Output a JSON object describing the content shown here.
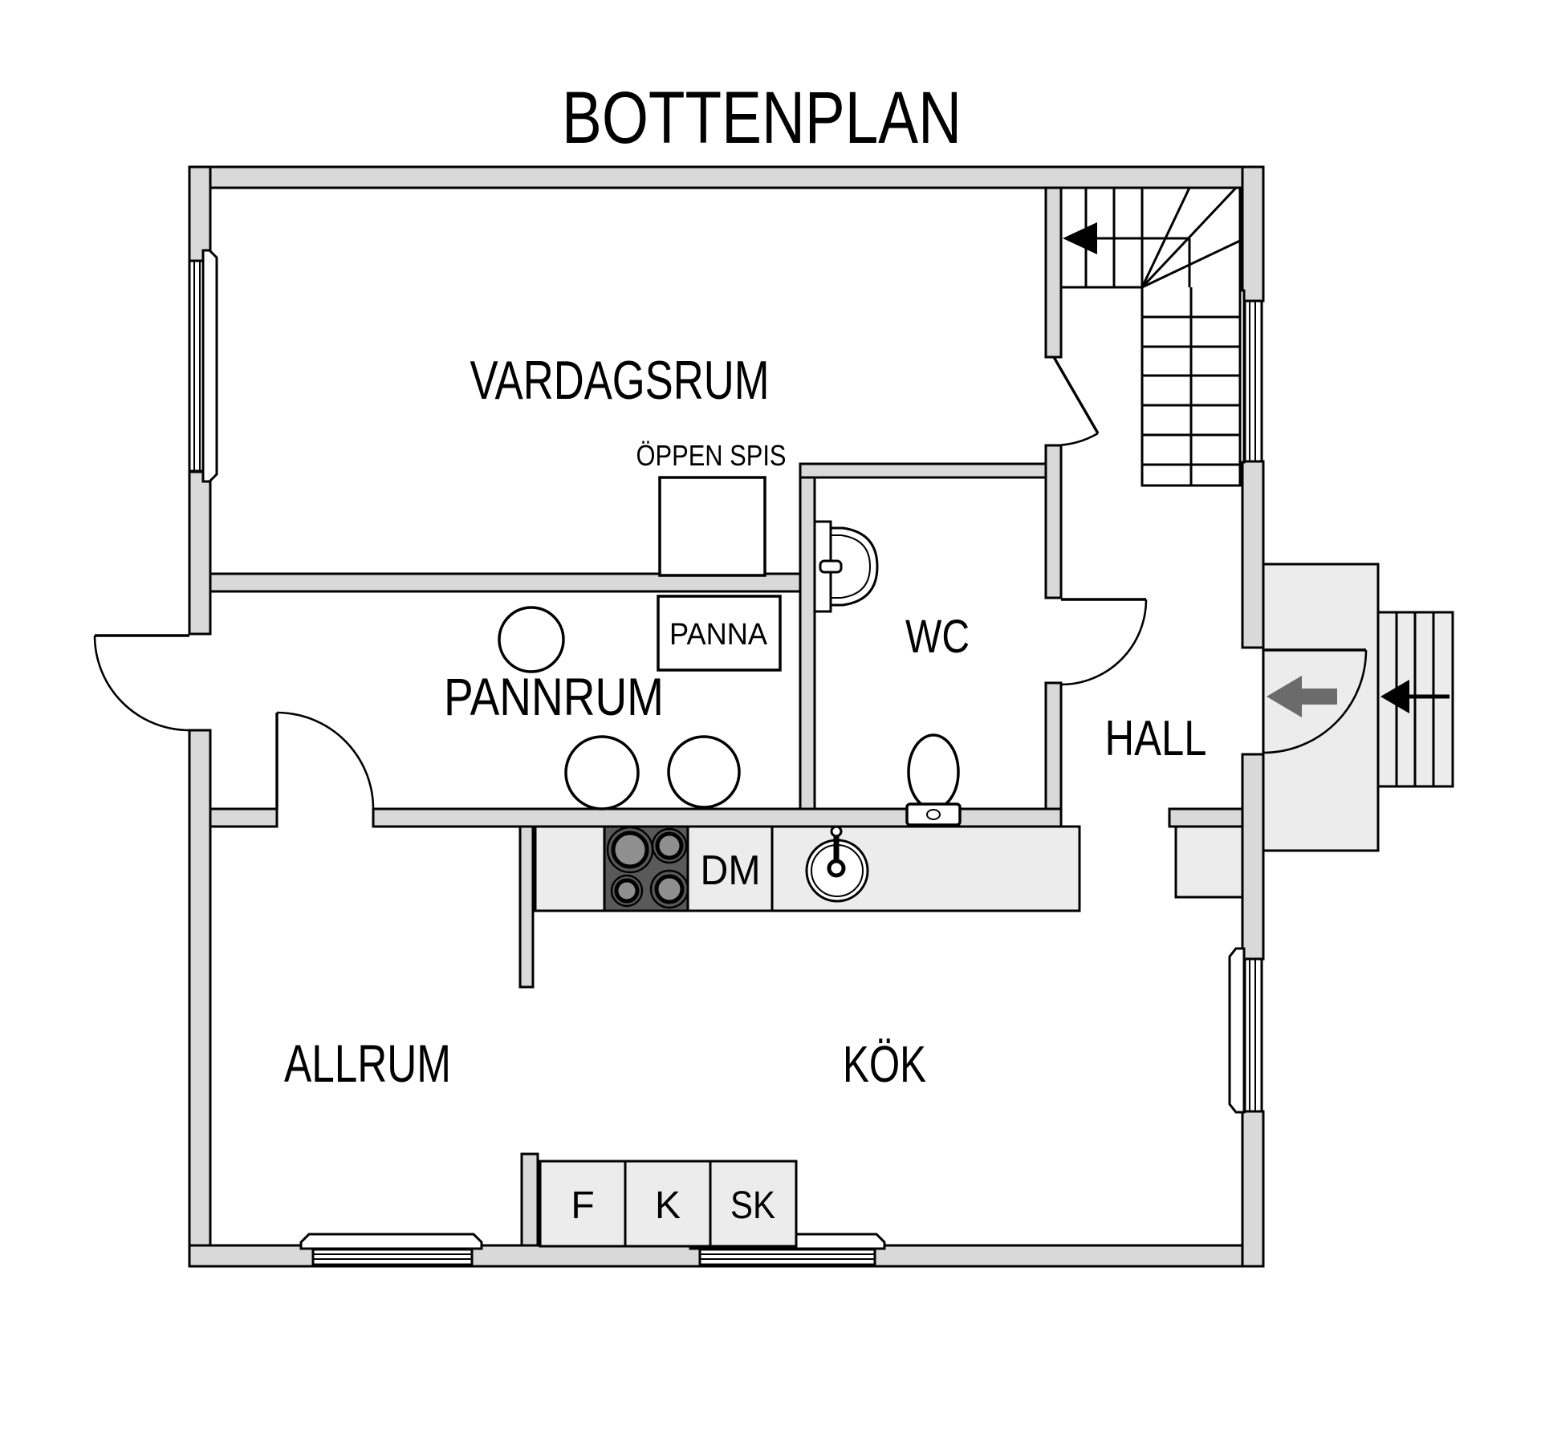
{
  "title": "BOTTENPLAN",
  "plan": {
    "rooms": {
      "vardagsrum": "VARDAGSRUM",
      "pannrum": "PANNRUM",
      "wc": "WC",
      "hall": "HALL",
      "allrum": "ALLRUM",
      "kok": "KÖK"
    },
    "labels": {
      "oppen_spis": "ÖPPEN SPIS",
      "panna": "PANNA",
      "dm": "DM",
      "f": "F",
      "k": "K",
      "sk": "SK"
    },
    "icons": {
      "stair_direction_arrow": "left-arrow",
      "entry_direction_arrow": "left-arrow",
      "steps_direction_arrow": "left-arrow"
    },
    "colors": {
      "background": "#ffffff",
      "wall_fill": "#d9d9d9",
      "light_fill": "#ececec",
      "stove_fill": "#595959",
      "burner_fill": "#8f8f8f",
      "entry_arrow": "#6b6b6b",
      "line": "#000000"
    }
  }
}
